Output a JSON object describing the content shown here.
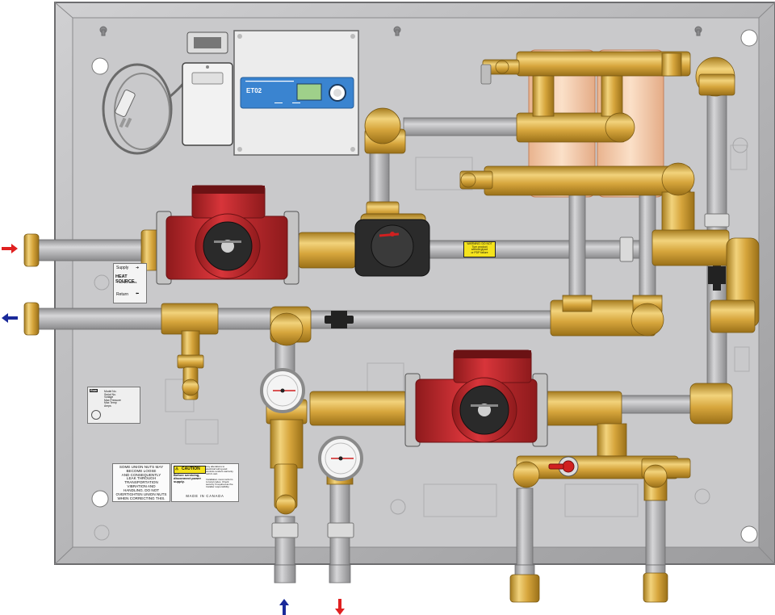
{
  "controller": {
    "model": "ET02",
    "display_color": "#3a84d0"
  },
  "heat_source_tag": {
    "supply": "Supply",
    "title": "HEAT SOURCE",
    "subtitle": "/ not tied valves",
    "return": "Return"
  },
  "warning_tag": {
    "lines": "WARNING: DO NOT\nTurn product\nwithout glycol\nor PDP failure"
  },
  "nameplate": {
    "brand": "flow",
    "lines": "Model No.\nSerial No.\nVoltage\nMax Pressure\nMax Temp\nAmps"
  },
  "notice": {
    "text": "SOME UNION NUTS MAY\nBECOME LOOSE\nAND CONSEQUENTLY\nLEAK THROUGH\nTRANSPORTATION\nVIBRATION AND\nHANDLING. DO NOT\nOVERTIGHTEN UNION NUTS\nWHEN CORRECTING THIS."
  },
  "caution": {
    "title": "CAUTION",
    "left_text": "Before servicing,\ndisconnect power\nsupply.",
    "right_text": "Any alterations to\nelectrical wiring and\ncontrols renders warranty\nnull & void.\n\nInstallation must conform\nto local codes. Check\nsecurity if required as the\nInstaller responsibility.",
    "made_in": "MADE IN CANADA"
  },
  "colors": {
    "brass": "#d8a83c",
    "pump_red": "#c8252b",
    "panel": "#c9c9cb",
    "frame": "#a9a9ab",
    "pipe": "#a8a8aa",
    "supply_arrow": "#e02020",
    "return_arrow": "#1a2a9a"
  },
  "ports": [
    {
      "name": "left-supply-arrow",
      "direction": "right",
      "color": "#e02020"
    },
    {
      "name": "left-return-arrow",
      "direction": "left",
      "color": "#1a2a9a"
    },
    {
      "name": "bottom-up-arrow",
      "direction": "up",
      "color": "#1a2a9a"
    },
    {
      "name": "bottom-down-arrow",
      "direction": "down",
      "color": "#e02020"
    }
  ]
}
